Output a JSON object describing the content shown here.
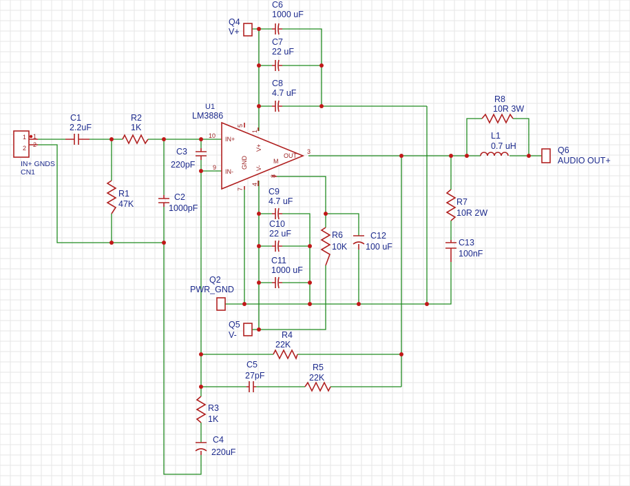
{
  "components": {
    "c1": {
      "ref": "C1",
      "value": "2.2uF"
    },
    "r2": {
      "ref": "R2",
      "value": "1K"
    },
    "r1": {
      "ref": "R1",
      "value": "47K"
    },
    "c2": {
      "ref": "C2",
      "value": "1000pF"
    },
    "c3": {
      "ref": "C3",
      "value": "220pF"
    },
    "u1": {
      "ref": "U1",
      "value": "LM3886"
    },
    "c6": {
      "ref": "C6",
      "value": "1000 uF"
    },
    "c7": {
      "ref": "C7",
      "value": "22 uF"
    },
    "c8": {
      "ref": "C8",
      "value": "4.7 uF"
    },
    "c9": {
      "ref": "C9",
      "value": "4.7 uF"
    },
    "c10": {
      "ref": "C10",
      "value": "22 uF"
    },
    "c11": {
      "ref": "C11",
      "value": "1000 uF"
    },
    "r6": {
      "ref": "R6",
      "value": "10K"
    },
    "c12": {
      "ref": "C12",
      "value": "100 uF"
    },
    "r8": {
      "ref": "R8",
      "value": "10R 3W"
    },
    "l1": {
      "ref": "L1",
      "value": "0.7 uH"
    },
    "r7": {
      "ref": "R7",
      "value": "10R 2W"
    },
    "c13": {
      "ref": "C13",
      "value": "100nF"
    },
    "r4": {
      "ref": "R4",
      "value": "22K"
    },
    "c5": {
      "ref": "C5",
      "value": "27pF"
    },
    "r5": {
      "ref": "R5",
      "value": "22K"
    },
    "r3": {
      "ref": "R3",
      "value": "1K"
    },
    "c4": {
      "ref": "C4",
      "value": "220uF"
    }
  },
  "connectors": {
    "q4": {
      "ref": "Q4",
      "net": "V+"
    },
    "q2": {
      "ref": "Q2",
      "net": "PWR_GND"
    },
    "q5": {
      "ref": "Q5",
      "net": "V-"
    },
    "q6": {
      "ref": "Q6",
      "net": "AUDIO OUT+"
    },
    "cn1": {
      "ref": "CN1",
      "net": "IN+ GNDS",
      "pin1": "1",
      "pin2": "2"
    }
  },
  "u1_pins": {
    "in_plus": "IN+",
    "in_minus": "IN-",
    "vplus": "V+",
    "vminus": "V-",
    "gnd": "GND",
    "out": "OUT",
    "mute": "M",
    "p10": "10",
    "p9": "9",
    "p5": "5",
    "p1": "1",
    "p3": "3",
    "p7": "7",
    "p4": "4",
    "p8": "8"
  },
  "colors": {
    "wire": "#1f8a1f",
    "part": "#b02020",
    "label": "#1c2a8c",
    "junction": "#c01818",
    "grid": "#e6e6e6"
  }
}
